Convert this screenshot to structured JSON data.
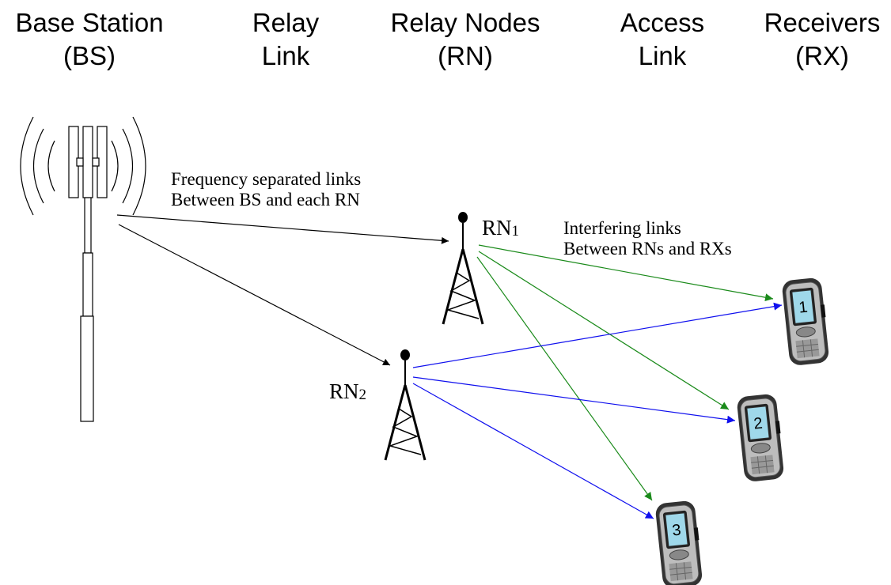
{
  "headers": {
    "bs": {
      "line1": "Base Station",
      "line2": "(BS)"
    },
    "relay_link": {
      "line1": "Relay",
      "line2": "Link"
    },
    "relay_nodes": {
      "line1": "Relay Nodes",
      "line2": "(RN)"
    },
    "access_link": {
      "line1": "Access",
      "line2": "Link"
    },
    "receivers": {
      "line1": "Receivers",
      "line2": "(RX)"
    }
  },
  "notes": {
    "relay_links": {
      "line1": "Frequency separated links",
      "line2": "Between BS and each RN"
    },
    "interfering": {
      "line1": "Interfering links",
      "line2": "Between RNs and RXs"
    }
  },
  "relay_nodes": [
    {
      "base": "RN",
      "sub": "1"
    },
    {
      "base": "RN",
      "sub": "2"
    }
  ],
  "receivers": [
    {
      "number": "1"
    },
    {
      "number": "2"
    },
    {
      "number": "3"
    }
  ],
  "colors": {
    "relay_link": "#000000",
    "rn1_access": "#1a8a1a",
    "rn2_access": "#1010ee",
    "phone_screen": "#9fd8ea"
  }
}
